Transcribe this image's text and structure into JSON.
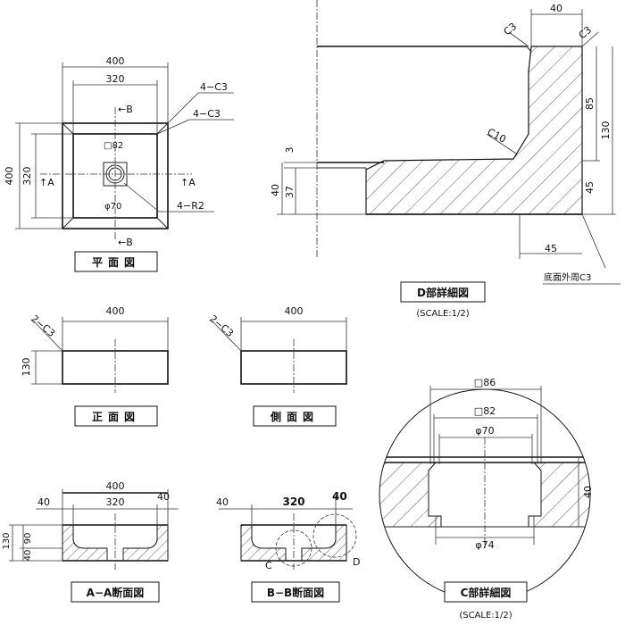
{
  "plan": {
    "title": "平面図",
    "dim_w_outer": "400",
    "dim_w_inner": "320",
    "dim_h_outer": "400",
    "dim_h_inner": "320",
    "chamfer1": "4−C3",
    "chamfer2": "4−C3",
    "drain_sq": "□82",
    "drain_dia": "φ70",
    "radius": "4−R2",
    "sec_b": "←B",
    "sec_a_left": "↑A",
    "sec_a_right": "↑A"
  },
  "front": {
    "title": "正面図",
    "dim_w": "400",
    "dim_h": "130",
    "chamfer": "2−C3"
  },
  "side": {
    "title": "側面図",
    "dim_w": "400",
    "chamfer": "2−C3"
  },
  "section_a": {
    "title": "A−A断面図",
    "dim_w": "400",
    "dim_inner": "320",
    "dim_l": "40",
    "dim_r": "40",
    "dim_h": "130",
    "dim_90": "90",
    "dim_40": "40"
  },
  "section_b": {
    "title": "B−B断面図",
    "dim_w": "320",
    "dim_l": "40",
    "dim_r": "40",
    "label_c": "C",
    "label_d": "D"
  },
  "detail_d": {
    "title": "D部詳細図",
    "scale": "(SCALE:1/2)",
    "dim_top": "40",
    "c3_a": "C3",
    "c3_b": "C3",
    "c10": "C10",
    "dim_3": "3",
    "dim_40": "40",
    "dim_37": "37",
    "dim_85": "85",
    "dim_130": "130",
    "dim_45v": "45",
    "dim_45h": "45",
    "bottom_note": "底面外周C3"
  },
  "detail_c": {
    "title": "C部詳細図",
    "scale": "(SCALE:1/2)",
    "sq86": "□86",
    "sq82": "□82",
    "dia70": "φ70",
    "dia74": "φ74",
    "dim_40": "40"
  }
}
